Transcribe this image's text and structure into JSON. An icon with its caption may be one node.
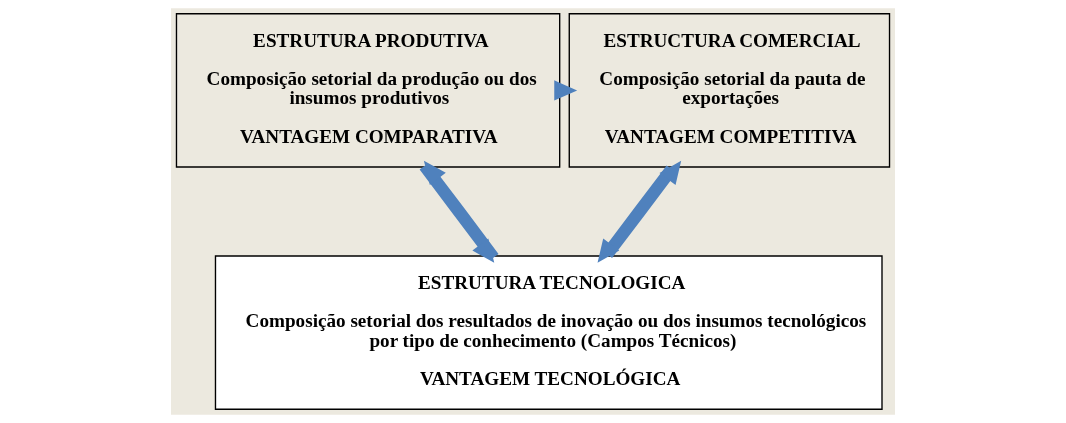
{
  "diagram": {
    "nodes": [
      {
        "text": [
          "ESTRUTURA PRODUTIVA",
          "Composição setorial da produção ou dos insumos produtivos",
          "VANTAGEM COMPARATIVA"
        ]
      },
      {
        "text": [
          "ESTRUCTURA COMERCIAL",
          "Composição setorial da pauta de exportações",
          "VANTAGEM COMPETITIVA"
        ]
      },
      {
        "text": [
          "ESTRUTURA TECNOLOGICA",
          "Composição setorial dos resultados de inovação ou dos insumos tecnológicos por tipo de conhecimento (Campos Técnicos)",
          "VANTAGEM TECNOLÓGICA"
        ]
      }
    ],
    "edges": [
      {
        "from": 0,
        "to": 1,
        "arrow": "to"
      },
      {
        "from": 0,
        "to": 2,
        "arrow": "to"
      },
      {
        "from": 1,
        "to": 2,
        "arrow": "to"
      },
      {
        "from": 2,
        "to": 0,
        "arrow": "to"
      },
      {
        "from": 2,
        "to": 1,
        "arrow": "to"
      }
    ]
  }
}
